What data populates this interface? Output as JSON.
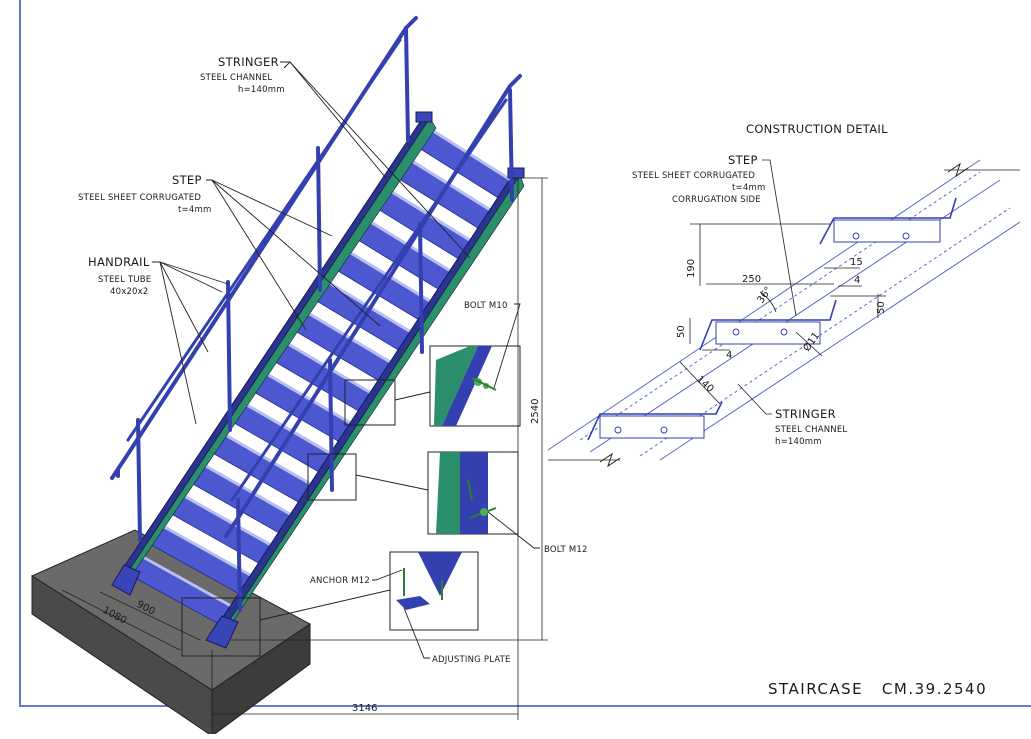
{
  "labels": {
    "stringer": {
      "title": "STRINGER",
      "line1": "STEEL CHANNEL",
      "line2": "h=140mm"
    },
    "step": {
      "title": "STEP",
      "line1": "STEEL SHEET CORRUGATED",
      "line2": "t=4mm"
    },
    "handrail": {
      "title": "HANDRAIL",
      "line1": "STEEL TUBE",
      "line2": "40x20x2"
    },
    "bolt_m10": "BOLT M10",
    "bolt_m12": "BOLT M12",
    "anchor_m12": "ANCHOR M12",
    "adjusting_plate": "ADJUSTING PLATE"
  },
  "dimensions": {
    "height": "2540",
    "length": "3146",
    "width_outer": "1080",
    "width_inner": "900"
  },
  "detail": {
    "title": "CONSTRUCTION DETAIL",
    "step": {
      "title": "STEP",
      "line1": "STEEL SHEET CORRUGATED",
      "line2": "t=4mm",
      "line3": "CORRUGATION SIDE"
    },
    "stringer": {
      "title": "STRINGER",
      "line1": "STEEL CHANNEL",
      "line2": "h=140mm"
    },
    "dims": {
      "rise": "190",
      "tread": "250",
      "angle": "36°",
      "d15": "15",
      "d4a": "4",
      "d50a": "50",
      "d50b": "50",
      "d4b": "4",
      "d11": "Ø11",
      "d140": "140"
    }
  },
  "title_block": {
    "text": "STAIRCASE   CM.39.2540"
  },
  "colors": {
    "steel_blue": "#4a55c8",
    "steel_dark": "#2b3590",
    "teal": "#2a8f6a",
    "concrete": "#5d5d5d",
    "border": "#6a78d0"
  }
}
